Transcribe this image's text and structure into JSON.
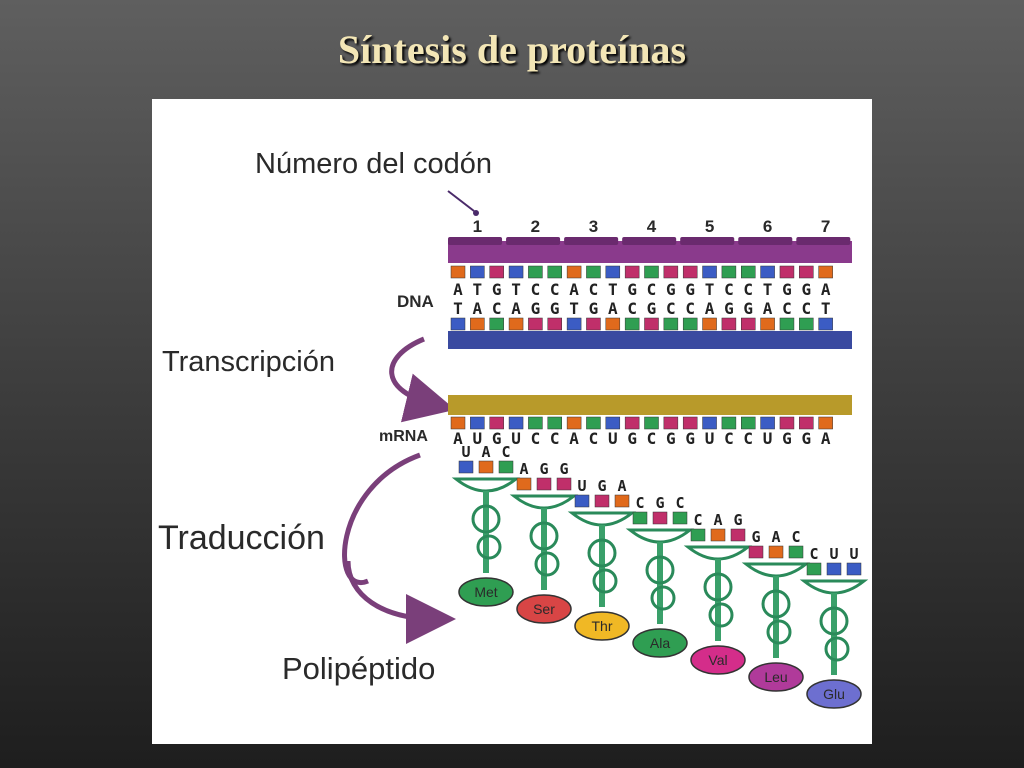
{
  "title": "Síntesis de proteínas",
  "figure": {
    "codon_number_label": "Número del codón",
    "codon_numbers": [
      "1",
      "2",
      "3",
      "4",
      "5",
      "6",
      "7"
    ],
    "dna_label": "DNA",
    "dna_top_strand": "ATGTCCACTGCGGTCCTGGA",
    "dna_bottom_strand": "TACAGGTGACGCCAGGACCT",
    "transcription_label": "Transcripción",
    "mrna_label": "mRNA",
    "mrna_sequence": "AUGUCCACUGCGGUCCUGGA",
    "translation_label": "Traducción",
    "polypeptide_label": "Polipéptido",
    "anticodons": [
      "UAC",
      "AGG",
      "UGA",
      "CGC",
      "CAG",
      "GAC",
      "CUU"
    ],
    "amino_acids": [
      {
        "label": "Met",
        "color": "#2f9e52"
      },
      {
        "label": "Ser",
        "color": "#d84545"
      },
      {
        "label": "Thr",
        "color": "#f0b825"
      },
      {
        "label": "Ala",
        "color": "#2f9e52"
      },
      {
        "label": "Val",
        "color": "#d42d8a"
      },
      {
        "label": "Leu",
        "color": "#b03a9a"
      },
      {
        "label": "Glu",
        "color": "#6d6fd0"
      }
    ],
    "base_colors": {
      "A": "#e06a1c",
      "T": "#3b5cc4",
      "U": "#3b5cc4",
      "C": "#2f9e52",
      "G": "#c02f6a"
    },
    "backbone_color": "#8a3a8c",
    "mrna_backbone_color": "#b89a2a",
    "arrow_color": "#7a3f7a"
  }
}
